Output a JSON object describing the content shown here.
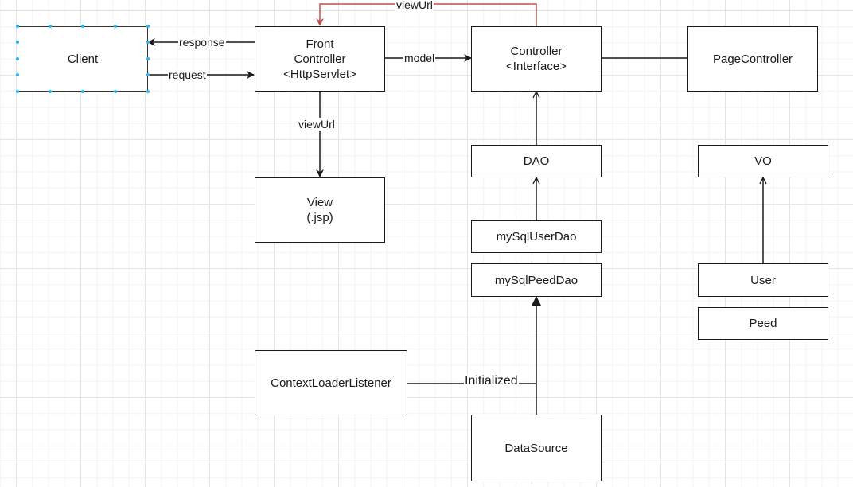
{
  "diagram": {
    "nodes": {
      "client": "Client",
      "front_controller": "Front\nController\n<HttpServlet>",
      "controller": "Controller\n<Interface>",
      "page_controller": "PageController",
      "view": "View\n(.jsp)",
      "dao": "DAO",
      "my_sql_user_dao": "mySqlUserDao",
      "my_sql_peed_dao": "mySqlPeedDao",
      "vo": "VO",
      "user": "User",
      "peed": "Peed",
      "context_loader_listener": "ContextLoaderListener",
      "data_source": "DataSource"
    },
    "edges": {
      "response": "response",
      "request": "request",
      "model": "model",
      "view_url_top": "viewUrl",
      "view_url_down": "viewUrl",
      "initialized": "Initialized"
    },
    "colors": {
      "line": "#1a1a1a",
      "feedback_line": "#b85450",
      "selection_handle": "#29b6f2",
      "grid": "#e4e4e4"
    }
  }
}
